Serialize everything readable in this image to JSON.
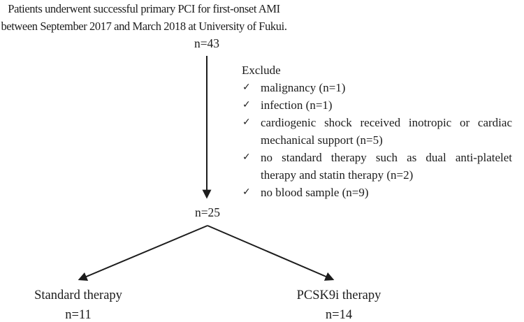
{
  "title": {
    "line1": "Patients underwent successful primary PCI for first-onset AMI",
    "line2": "between September 2017 and March 2018 at University of Fukui."
  },
  "flow": {
    "initial_n": "n=43",
    "after_exclusion_n": "n=25"
  },
  "exclusion": {
    "heading": "Exclude",
    "check_glyph": "✓",
    "items": [
      "malignancy (n=1)",
      "infection (n=1)",
      "cardiogenic shock received inotropic or cardiac mechanical support (n=5)",
      "no standard therapy such as dual anti-platelet therapy and statin therapy (n=2)",
      "no blood sample (n=9)"
    ]
  },
  "branches": {
    "left": {
      "label": "Standard therapy",
      "n": "n=11"
    },
    "right": {
      "label": "PCSK9i therapy",
      "n": "n=14"
    }
  },
  "colors": {
    "text": "#1c1c1c",
    "line": "#1c1c1c",
    "background": "#ffffff"
  }
}
